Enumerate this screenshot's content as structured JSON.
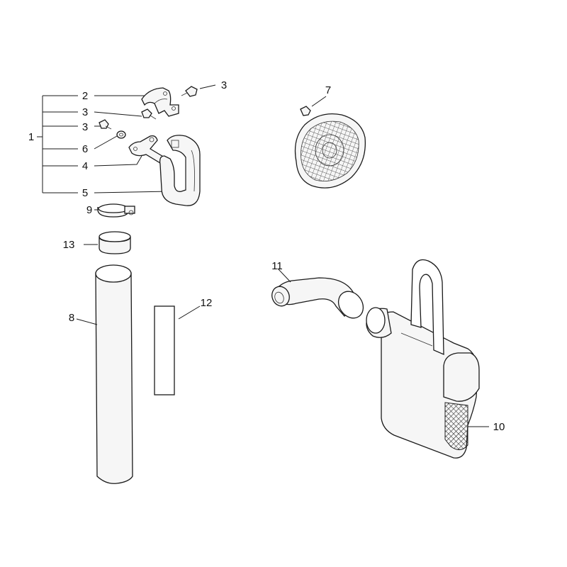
{
  "callouts": {
    "p1": "1",
    "p2": "2",
    "p3a": "3",
    "p3b": "3",
    "p3c": "3",
    "p4": "4",
    "p5": "5",
    "p6": "6",
    "p7": "7",
    "p8": "8",
    "p9": "9",
    "p10": "10",
    "p11": "11",
    "p12": "12",
    "p13": "13"
  }
}
